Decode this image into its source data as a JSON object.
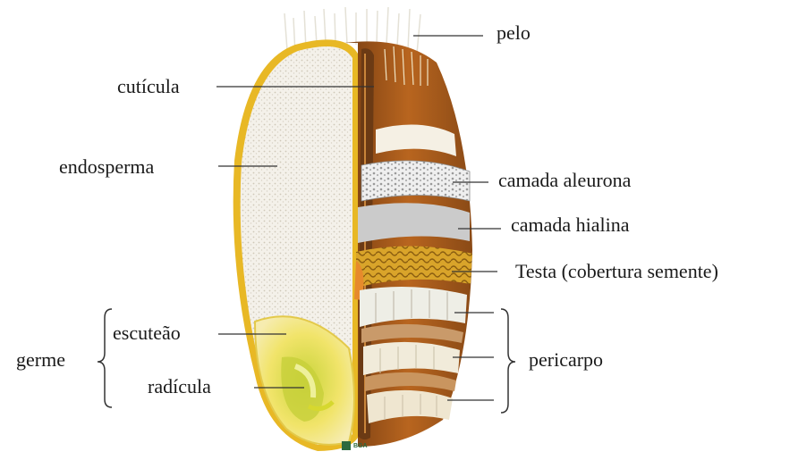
{
  "labels": {
    "pelo": "pelo",
    "cuticula": "cutícula",
    "endosperma": "endosperma",
    "camada_aleurona": "camada aleurona",
    "camada_hialina": "camada hialina",
    "testa": "Testa (cobertura semente)",
    "escuteao": "escuteão",
    "radicula": "radícula",
    "germe": "germe",
    "pericarpo": "pericarpo"
  },
  "logo_text": "BGA",
  "colors": {
    "line": "#333333",
    "endosperm": "#f3efe6",
    "outer_yellow": "#e8b825",
    "brown_dark": "#6b3a14",
    "brown_mid": "#a85a1c",
    "brown_light": "#c97a2a",
    "germ_yellow": "#f2e27a",
    "aleurone": "#e9e9e9",
    "hyaline": "#c9c9c9",
    "testa": "#d4a024"
  }
}
